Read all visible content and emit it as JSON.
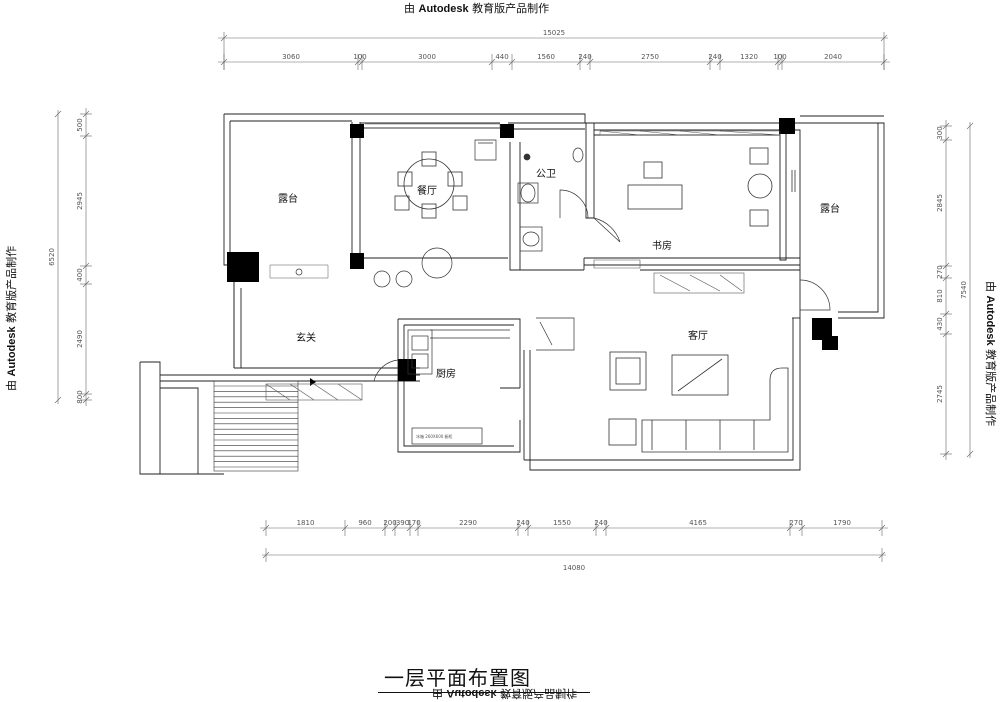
{
  "watermark": "由 Autodesk 教育版产品制作",
  "watermark_prefix": "由",
  "watermark_brand": "Autodesk",
  "watermark_suffix": "教育版产品制作",
  "title": "一层平面布置图",
  "rooms": {
    "dining": "餐厅",
    "toilet": "公卫",
    "terrace_left": "露台",
    "terrace_right": "露台",
    "study": "书房",
    "entry": "玄关",
    "living": "客厅",
    "kitchen": "厨房"
  },
  "dimensions": {
    "top_overall": "15025",
    "top_segments": [
      "3060",
      "100",
      "3000",
      "440",
      "1560",
      "240",
      "2750",
      "240",
      "1320",
      "100",
      "2040"
    ],
    "bottom_overall": "14080",
    "bottom_segments": [
      "1810",
      "960",
      "200",
      "390",
      "170",
      "2290",
      "240",
      "1550",
      "240",
      "4165",
      "270",
      "1790"
    ],
    "left_overall": "6520",
    "left_segments": [
      "500",
      "2945",
      "400",
      "2490",
      "800"
    ],
    "right_overall": "7540",
    "right_segments": [
      "300",
      "2845",
      "270",
      "810",
      "430",
      "2745"
    ]
  },
  "kitchen_label": "冰箱 260X600 橱柜"
}
